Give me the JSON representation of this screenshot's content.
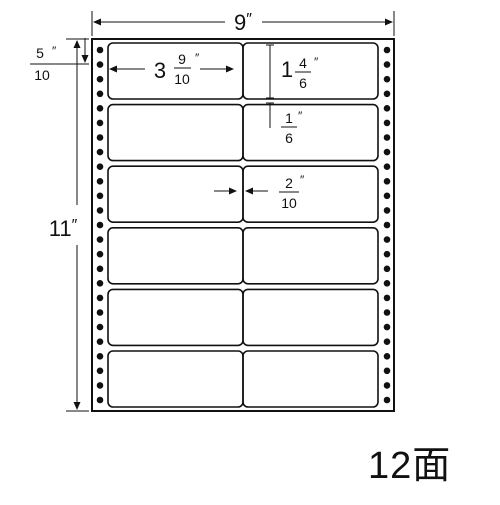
{
  "diagram": {
    "title": "12面",
    "sheet_width": {
      "whole": "9",
      "mark": "″"
    },
    "sheet_height": {
      "whole": "11",
      "mark": "″"
    },
    "top_margin": {
      "num": "5",
      "den": "10",
      "mark": "″"
    },
    "label_width": {
      "whole": "3",
      "num": "9",
      "den": "10",
      "mark": "″"
    },
    "label_height": {
      "whole": "1",
      "num": "4",
      "den": "6",
      "mark": "″"
    },
    "vertical_gap": {
      "num": "1",
      "den": "6",
      "mark": "″"
    },
    "horizontal_gap": {
      "num": "2",
      "den": "10",
      "mark": "″"
    },
    "grid": {
      "rows": 6,
      "cols": 2
    },
    "feed_holes_per_side": 25,
    "colors": {
      "line": "#111111",
      "paper": "#ffffff"
    }
  }
}
